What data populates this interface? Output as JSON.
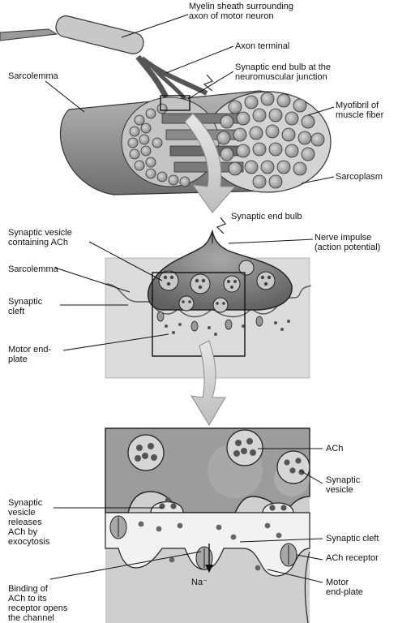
{
  "labels": {
    "myelin": "Myelin sheath surrounding\naxon of motor neuron",
    "axon_terminal": "Axon terminal",
    "end_bulb_nmj": "Synaptic end bulb at the\nneuromuscular junction",
    "sarcolemma_top": "Sarcolemma",
    "myofibril": "Myofibril of\nmuscle fiber",
    "sarcoplasm": "Sarcoplasm",
    "synaptic_end_bulb": "Synaptic end bulb",
    "vesicle_ach": "Synaptic vesicle\ncontaining ACh",
    "nerve_impulse": "Nerve impulse\n(action potential)",
    "sarcolemma_mid": "Sarcolemma",
    "synaptic_cleft_mid": "Synaptic\ncleft",
    "motor_end_plate_mid": "Motor end-\nplate",
    "ach": "ACh",
    "synaptic_vesicle": "Synaptic\nvesicle",
    "vesicle_releases": "Synaptic\nvesicle\nreleases\nACh by\nexocytosis",
    "synaptic_cleft_bottom": "Synaptic cleft",
    "ach_receptor": "ACh receptor",
    "binding": "Binding of\nACh to its\nreceptor opens\nthe channel",
    "motor_end_plate_bottom": "Motor\nend-plate",
    "na_ion": "Na⁻"
  }
}
